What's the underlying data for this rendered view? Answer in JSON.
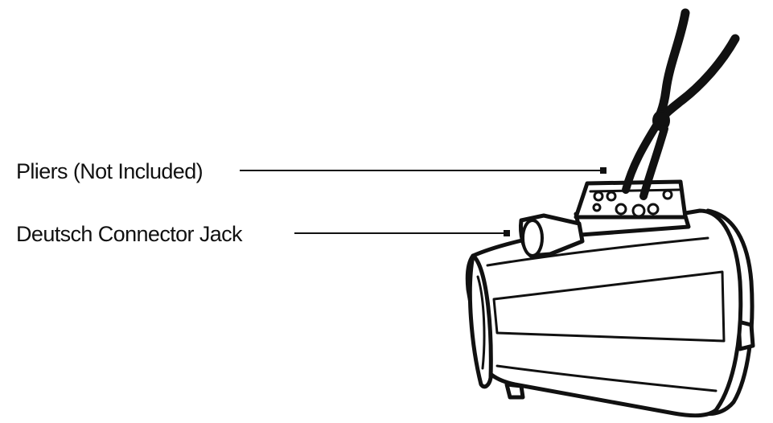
{
  "colors": {
    "ink": "#111111",
    "background": "#ffffff"
  },
  "callouts": [
    {
      "label": "Pliers (Not Included)",
      "target": "pliers"
    },
    {
      "label": "Deutsch Connector Jack",
      "target": "connector-jack"
    }
  ]
}
